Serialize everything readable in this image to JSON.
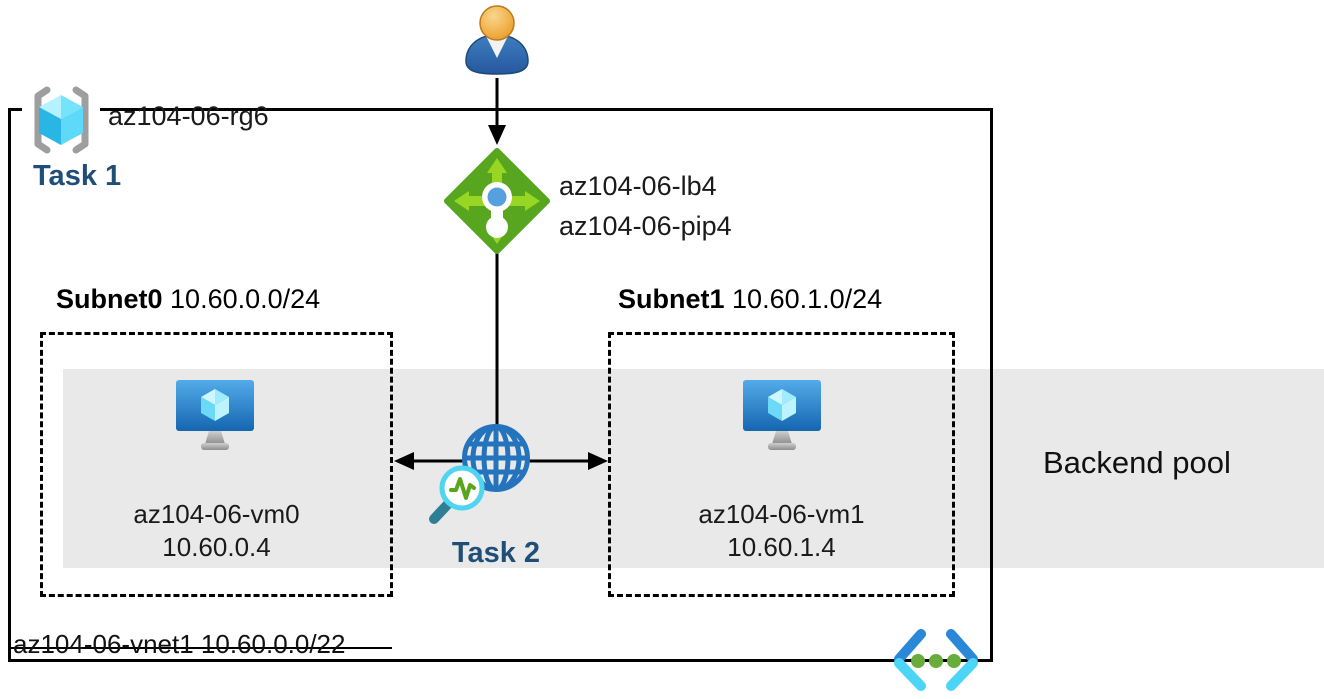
{
  "resource_group": {
    "name": "az104-06-rg6"
  },
  "tasks": {
    "task1": "Task 1",
    "task2": "Task 2"
  },
  "load_balancer": {
    "name": "az104-06-lb4",
    "public_ip_name": "az104-06-pip4"
  },
  "subnets": [
    {
      "name": "Subnet0",
      "cidr": "10.60.0.0/24",
      "vm": {
        "name": "az104-06-vm0",
        "ip": "10.60.0.4"
      }
    },
    {
      "name": "Subnet1",
      "cidr": "10.60.1.0/24",
      "vm": {
        "name": "az104-06-vm1",
        "ip": "10.60.1.4"
      }
    }
  ],
  "backend_pool": {
    "label": "Backend pool"
  },
  "vnet": {
    "label": "az104-06-vnet1 10.60.0.0/22"
  },
  "icons": {
    "user": "user-icon",
    "resource_group": "resource-group-icon",
    "load_balancer": "load-balancer-icon",
    "virtual_machine": "vm-icon",
    "network_monitor": "network-watcher-icon",
    "code_brackets": "code-brackets-icon"
  },
  "colors": {
    "task_label": "#1F4E79",
    "backend_band": "#E9E9E9",
    "lb_green": "#58A620",
    "lb_arrow_green": "#97D622",
    "azure_blue": "#2473BD",
    "cube_cyan": "#50E6FF",
    "magnifier_cyan": "#4FD5F0",
    "pulse_green": "#57A61E"
  }
}
